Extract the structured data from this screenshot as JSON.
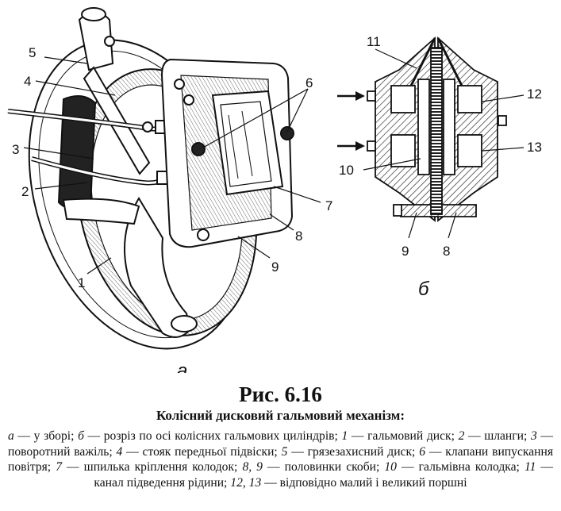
{
  "figure": {
    "number": "Рис. 6.16",
    "title": "Колісний дисковий гальмовий механізм:",
    "sub_a": "а",
    "sub_b": "б",
    "labels_a": [
      "1",
      "2",
      "3",
      "4",
      "5",
      "6",
      "7",
      "8",
      "9"
    ],
    "labels_b": [
      "11",
      "12",
      "13",
      "10",
      "9",
      "8"
    ],
    "caption": [
      {
        "k": "а",
        "t": " — у зборі; "
      },
      {
        "k": "б",
        "t": " — розріз по осі колісних гальмових циліндрів; "
      },
      {
        "k": "1",
        "t": " — гальмовий диск; "
      },
      {
        "k": "2",
        "t": " — шланги; "
      },
      {
        "k": "3",
        "t": " — поворотний важіль; "
      },
      {
        "k": "4",
        "t": " — стояк передньої підвіски; "
      },
      {
        "k": "5",
        "t": " — грязезахисний диск; "
      },
      {
        "k": "6",
        "t": " — клапани випускання повітря; "
      },
      {
        "k": "7",
        "t": " — шпилька кріплення колодок; "
      },
      {
        "k": "8, 9",
        "t": " — половинки скоби; "
      },
      {
        "k": "10",
        "t": " — гальмівна колодка; "
      },
      {
        "k": "11",
        "t": " — канал підведення рідини; "
      },
      {
        "k": "12, 13",
        "t": " — відповідно малий і великий поршні"
      }
    ]
  }
}
